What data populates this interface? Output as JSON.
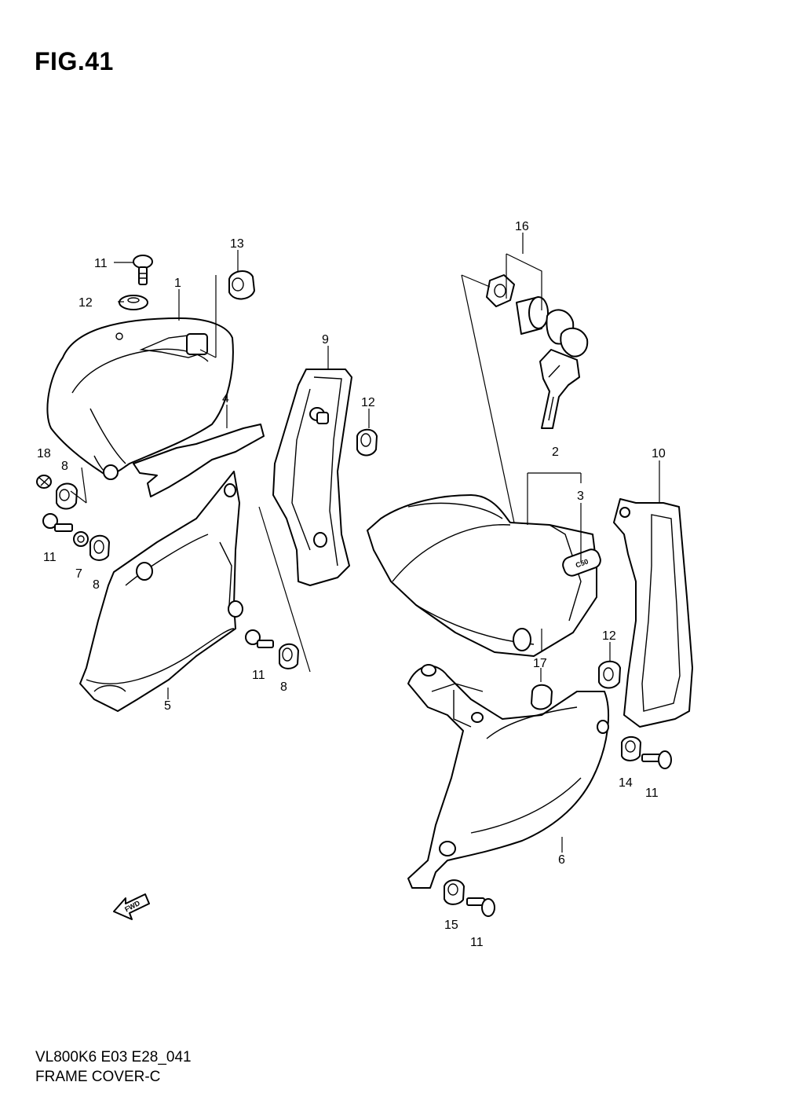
{
  "figure": {
    "title": "FIG.41",
    "model_code": "VL800K6 E03 E28_041",
    "section_name": "FRAME COVER-C"
  },
  "fwd_label": "FWD",
  "emblem_text": "C50",
  "callouts": {
    "c1": "1",
    "c2": "2",
    "c3": "3",
    "c4": "4",
    "c5": "5",
    "c6": "6",
    "c7": "7",
    "c8a": "8",
    "c8b": "8",
    "c8c": "8",
    "c9": "9",
    "c10": "10",
    "c11a": "11",
    "c11b": "11",
    "c11c": "11",
    "c11d": "11",
    "c11e": "11",
    "c12a": "12",
    "c12b": "12",
    "c12c": "12",
    "c13": "13",
    "c14": "14",
    "c15": "15",
    "c16": "16",
    "c17": "17",
    "c18": "18"
  }
}
